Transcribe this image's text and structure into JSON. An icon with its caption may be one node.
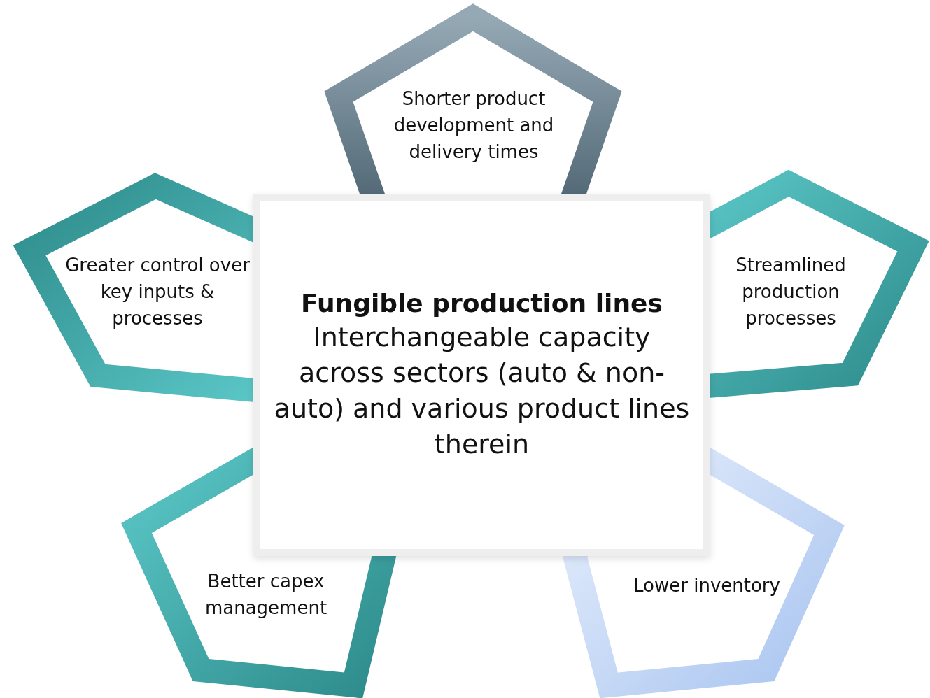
{
  "diagram": {
    "nodes": [
      {
        "text": [
          "Shorter product development and delivery times"
        ]
      },
      {
        "text": [
          "Greater control over key inputs & processes"
        ]
      },
      {
        "text": [
          "Fungible production lines",
          "Interchangeable capacity across sectors (auto & non-auto) and various product lines therein"
        ]
      },
      {
        "text": [
          "Streamlined production processes"
        ]
      },
      {
        "text": [
          "Better capex management"
        ]
      },
      {
        "text": [
          "Lower inventory"
        ]
      }
    ]
  }
}
